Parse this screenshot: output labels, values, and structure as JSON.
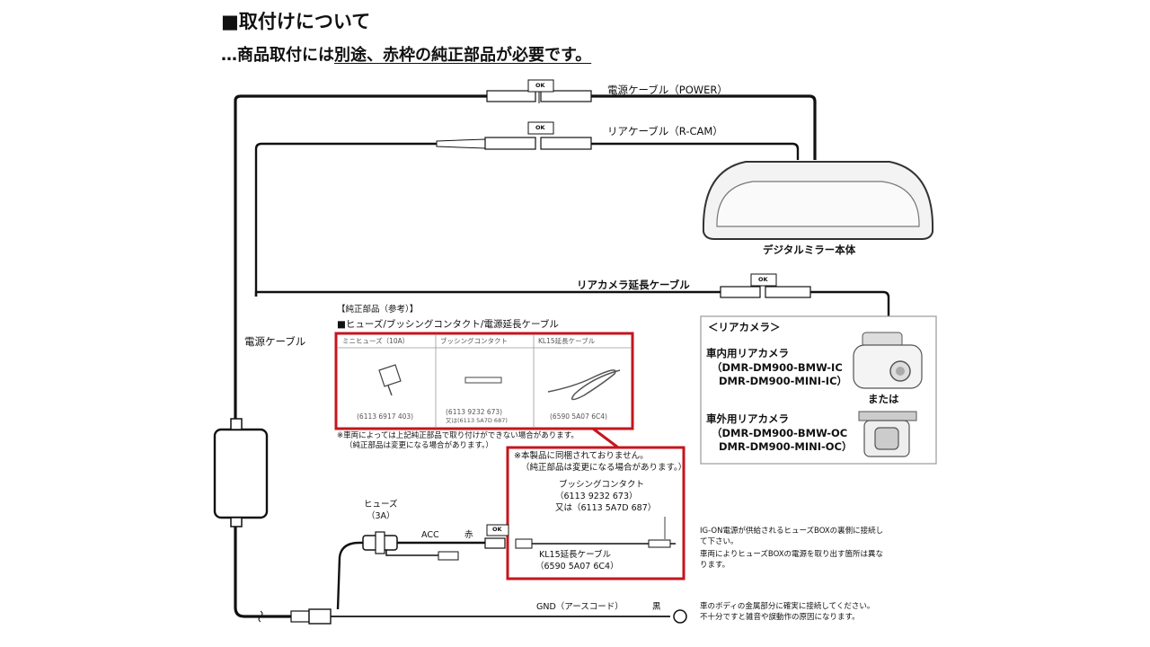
{
  "title": {
    "heading": "■取付けについて",
    "note_prefix": "…商品取付には",
    "note_underlined": "別途、赤枠の純正部品が必要です。"
  },
  "connector_tag": "OK",
  "cables": {
    "power_cable": "電源ケーブル（POWER）",
    "rear_cable": "リアケーブル（R-CAM）",
    "rear_camera_extension_cable": "リアカメラ延長ケーブル",
    "power_cable_side": "電源ケーブル"
  },
  "mirror": {
    "label": "デジタルミラー本体"
  },
  "genuine_parts": {
    "title": "【純正部品（参考）】",
    "subtitle": "■ヒューズ/ブッシングコンタクト/電源延長ケーブル",
    "columns": [
      {
        "name": "ミニヒューズ（10A）",
        "part_number": "(6113 6917 403)"
      },
      {
        "name": "ブッシングコンタクト",
        "part_number": "(6113 9232 673)",
        "part_number_alt": "又は(6113 5A7D 687)"
      },
      {
        "name": "KL15延長ケーブル",
        "part_number": "(6590 5A07 6C4)"
      }
    ],
    "note_line1": "※車両によっては上記純正部品で取り付けができない場合があります。",
    "note_line2": "（純正部品は変更になる場合があります。）"
  },
  "callout": {
    "line1": "※本製品に同梱されておりません。",
    "line2": "（純正部品は変更になる場合があります。）",
    "bushing_name": "ブッシングコンタクト",
    "bushing_pn1": "（6113 9232 673）",
    "bushing_pn2": "又は（6113 5A7D 687）",
    "kl15_name": "KL15延長ケーブル",
    "kl15_pn": "（6590 5A07 6C4）"
  },
  "rear_camera": {
    "title": "＜リアカメラ＞",
    "interior_label": "車内用リアカメラ",
    "interior_models": [
      "（DMR-DM900-BMW-IC",
      "DMR-DM900-MINI-IC）"
    ],
    "or": "または",
    "exterior_label": "車外用リアカメラ",
    "exterior_models": [
      "（DMR-DM900-BMW-OC",
      "DMR-DM900-MINI-OC）"
    ]
  },
  "wiring": {
    "fuse_label": "ヒューズ",
    "fuse_rating": "（3A）",
    "acc": "ACC",
    "red": "赤",
    "gnd": "GND（アースコード）",
    "black": "黒"
  },
  "notes": {
    "ig_on": [
      "IG-ON電源が供給されるヒューズBOXの裏側に接続し",
      "て下さい。",
      "車両によりヒューズBOXの電源を取り出す箇所は異な",
      "ります。"
    ],
    "ground": [
      "車のボディの金属部分に確実に接続してください。",
      "不十分ですと雑音や誤動作の原因になります。"
    ]
  },
  "colors": {
    "line": "#111111",
    "red_frame": "#c4161c",
    "gray_frame": "#999999"
  }
}
